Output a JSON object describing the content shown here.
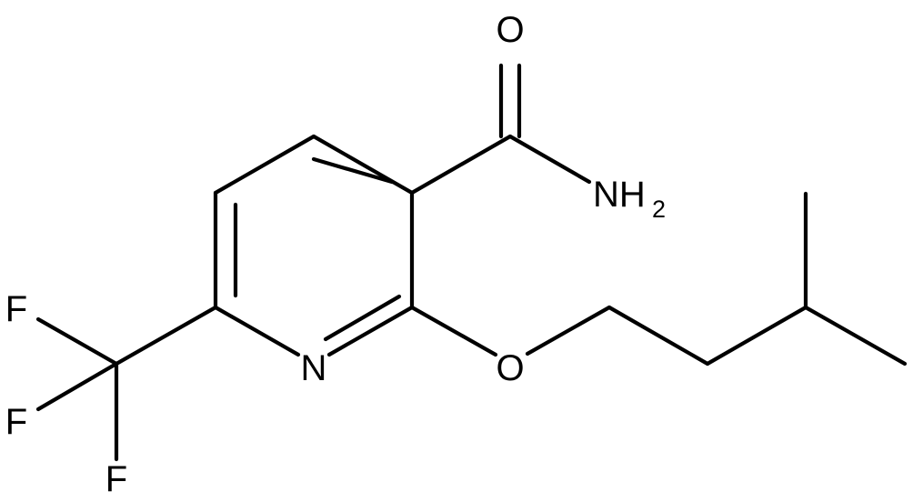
{
  "molecule": {
    "atom_labels": {
      "oxygen_carbonyl": "O",
      "amide_n": "NH",
      "amide_h_count": "2",
      "ring_n": "N",
      "ether_o": "O",
      "fluorine_1": "F",
      "fluorine_2": "F",
      "fluorine_3": "F"
    }
  }
}
